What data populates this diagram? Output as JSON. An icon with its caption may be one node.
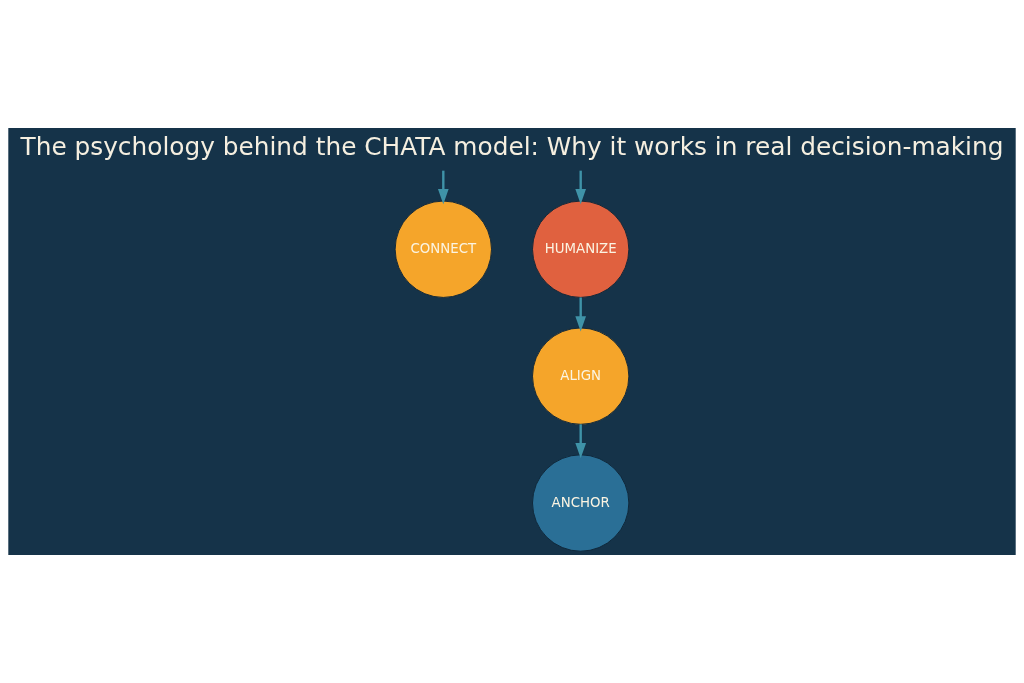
{
  "diagram": {
    "title": "The psychology behind the CHATA model: Why it works in real decision-making",
    "nodes": [
      {
        "text": [
          "CONNECT"
        ]
      },
      {
        "text": [
          "HUMANIZE"
        ]
      },
      {
        "text": [
          "ALIGN"
        ]
      },
      {
        "text": [
          "ANCHOR"
        ]
      }
    ],
    "edges": [
      {
        "from": null,
        "to": 0,
        "arrow": "to"
      },
      {
        "from": null,
        "to": 1,
        "arrow": "to"
      },
      {
        "from": 1,
        "to": 2,
        "arrow": "to"
      },
      {
        "from": 2,
        "to": 3,
        "arrow": "to"
      }
    ]
  }
}
